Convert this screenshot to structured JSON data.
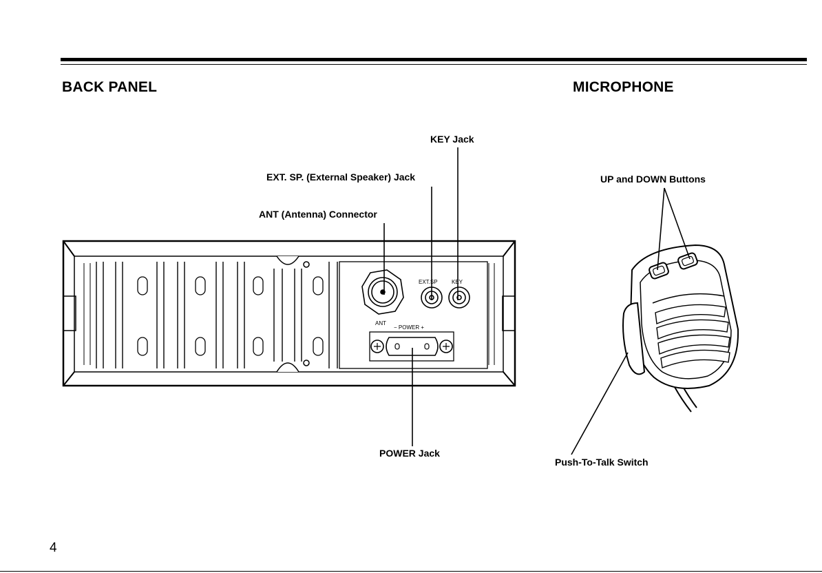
{
  "page": {
    "number": "4"
  },
  "back_panel": {
    "heading": "BACK PANEL",
    "callouts": {
      "key_jack": "KEY Jack",
      "ext_sp_jack": "EXT. SP. (External Speaker) Jack",
      "ant_connector": "ANT (Antenna) Connector",
      "power_jack": "POWER Jack"
    },
    "panel_markings": {
      "ant": "ANT",
      "ext_sp": "EXT.SP",
      "key": "KEY",
      "power": "− POWER +"
    }
  },
  "microphone": {
    "heading": "MICROPHONE",
    "callouts": {
      "up_down_buttons": "UP and DOWN Buttons",
      "ptt_switch": "Push-To-Talk Switch"
    }
  }
}
